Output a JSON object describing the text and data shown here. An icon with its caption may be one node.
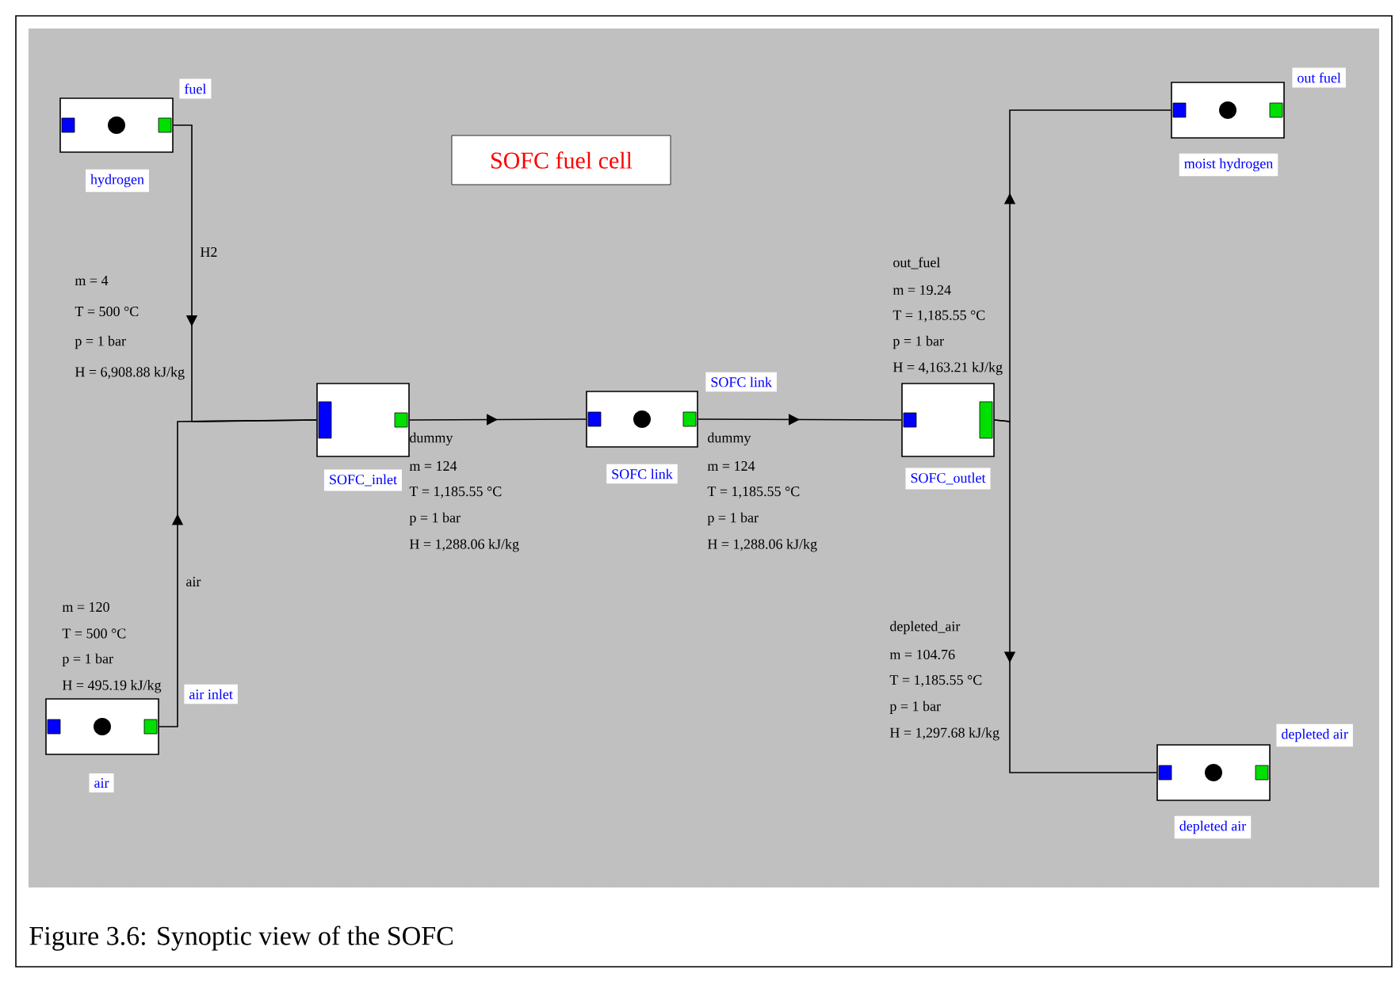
{
  "diagram": {
    "title": "SOFC fuel cell",
    "caption": "Figure 3.6: Synoptic view of the SOFC",
    "nodes": [
      {
        "text": [
          "hydrogen",
          "fuel"
        ]
      },
      {
        "text": [
          "air",
          "air inlet"
        ]
      },
      {
        "text": [
          "SOFC_inlet"
        ]
      },
      {
        "text": [
          "SOFC link",
          "SOFC link"
        ]
      },
      {
        "text": [
          "SOFC_outlet"
        ]
      },
      {
        "text": [
          "moist hydrogen",
          "out fuel"
        ]
      },
      {
        "text": [
          "depleted air",
          "depleted air"
        ]
      }
    ],
    "edges": [
      {
        "from": 0,
        "to": 2,
        "arrow": "to",
        "label": "H2"
      },
      {
        "from": 1,
        "to": 2,
        "arrow": "to",
        "label": "air"
      },
      {
        "from": 2,
        "to": 3,
        "arrow": "to",
        "label": "dummy"
      },
      {
        "from": 3,
        "to": 4,
        "arrow": "to",
        "label": "dummy"
      },
      {
        "from": 4,
        "to": 5,
        "arrow": "to",
        "label": "out_fuel"
      },
      {
        "from": 4,
        "to": 6,
        "arrow": "to",
        "label": "depleted_air"
      }
    ],
    "labels": [
      "m = 4",
      "T = 500 °C",
      "p = 1 bar",
      "H = 6,908.88 kJ/kg",
      "m = 19.24",
      "T = 1,185.55 °C",
      "p = 1 bar",
      "H = 4,163.21 kJ/kg",
      "m = 124",
      "T = 1,185.55 °C",
      "p = 1 bar",
      "H = 1,288.06 kJ/kg",
      "m = 124",
      "T = 1,185.55 °C",
      "p = 1 bar",
      "H = 1,288.06 kJ/kg",
      "m = 120",
      "T = 500 °C",
      "p = 1 bar",
      "H = 495.19 kJ/kg",
      "m = 104.76",
      "T = 1,185.55 °C",
      "p = 1 bar",
      "H = 1,297.68 kJ/kg"
    ]
  }
}
